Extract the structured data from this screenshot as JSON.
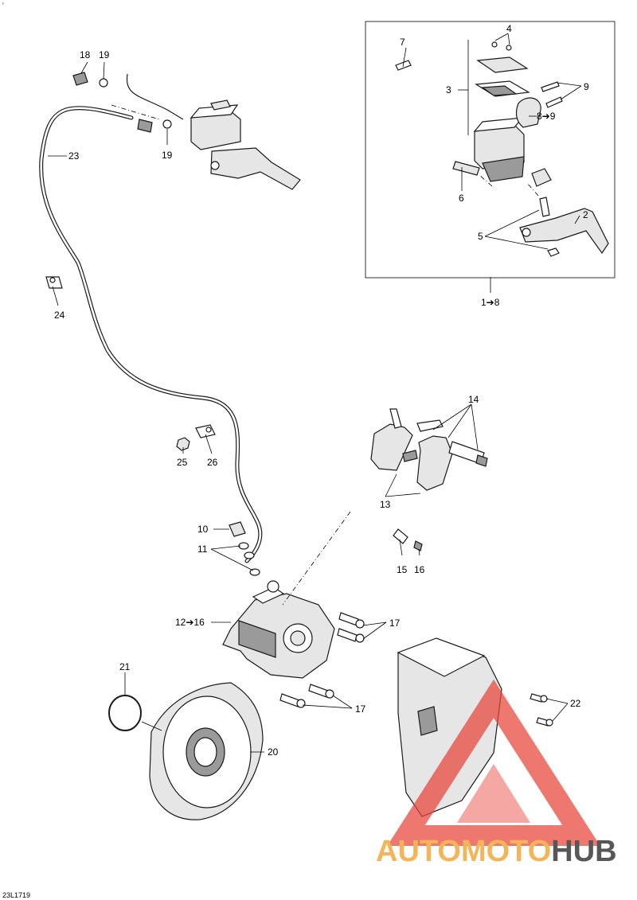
{
  "diagram": {
    "corner_mark": "'",
    "figure_code": "23L1719",
    "callouts": {
      "c1to8": "1➔8",
      "c2": "2",
      "c3": "3",
      "c4": "4",
      "c5": "5",
      "c6": "6",
      "c7": "7",
      "c8to9": "8➔9",
      "c9": "9",
      "c10": "10",
      "c11": "11",
      "c12to16": "12➔16",
      "c13": "13",
      "c14": "14",
      "c15": "15",
      "c16": "16",
      "c17a": "17",
      "c17b": "17",
      "c18": "18",
      "c19a": "19",
      "c19b": "19",
      "c20": "20",
      "c21": "21",
      "c22": "22",
      "c23": "23",
      "c24": "24",
      "c25": "25",
      "c26": "26"
    }
  },
  "watermark": {
    "part1": "AUTOMOTO",
    "part2": "HUB",
    "colors": {
      "primary": "#e8443a",
      "secondary": "#f2a93b",
      "dark": "#3a3a3a"
    }
  }
}
